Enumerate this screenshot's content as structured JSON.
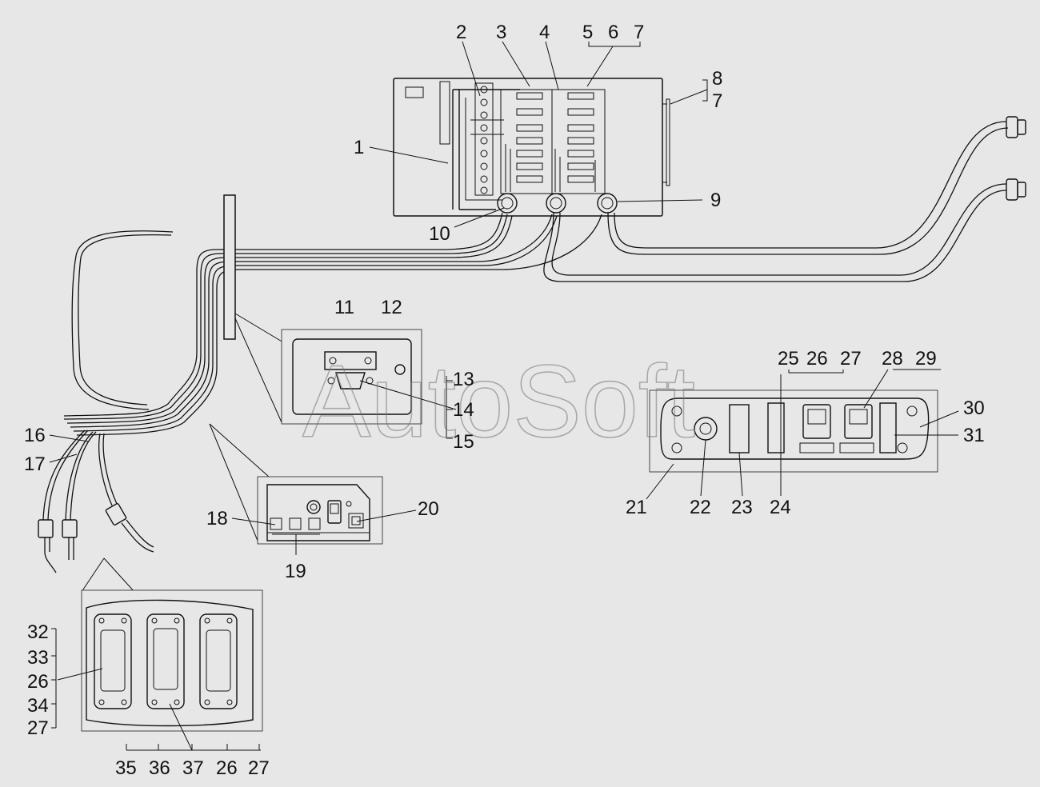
{
  "watermark": "AutoSoft",
  "labels": {
    "l1": "1",
    "l2": "2",
    "l3": "3",
    "l4": "4",
    "l5": "5",
    "l6": "6",
    "l7a": "7",
    "l8": "8",
    "l7b": "7",
    "l9": "9",
    "l10": "10",
    "l11": "11",
    "l12": "12",
    "l13": "13",
    "l14": "14",
    "l15": "15",
    "l16": "16",
    "l17": "17",
    "l18": "18",
    "l19": "19",
    "l20": "20",
    "l21": "21",
    "l22": "22",
    "l23": "23",
    "l24": "24",
    "l25": "25",
    "l26a": "26",
    "l27a": "27",
    "l28": "28",
    "l29": "29",
    "l30": "30",
    "l31": "31",
    "l32": "32",
    "l33": "33",
    "l26b": "26",
    "l34": "34",
    "l27b": "27",
    "l35": "35",
    "l36": "36",
    "l37": "37",
    "l26c": "26",
    "l27c": "27"
  }
}
